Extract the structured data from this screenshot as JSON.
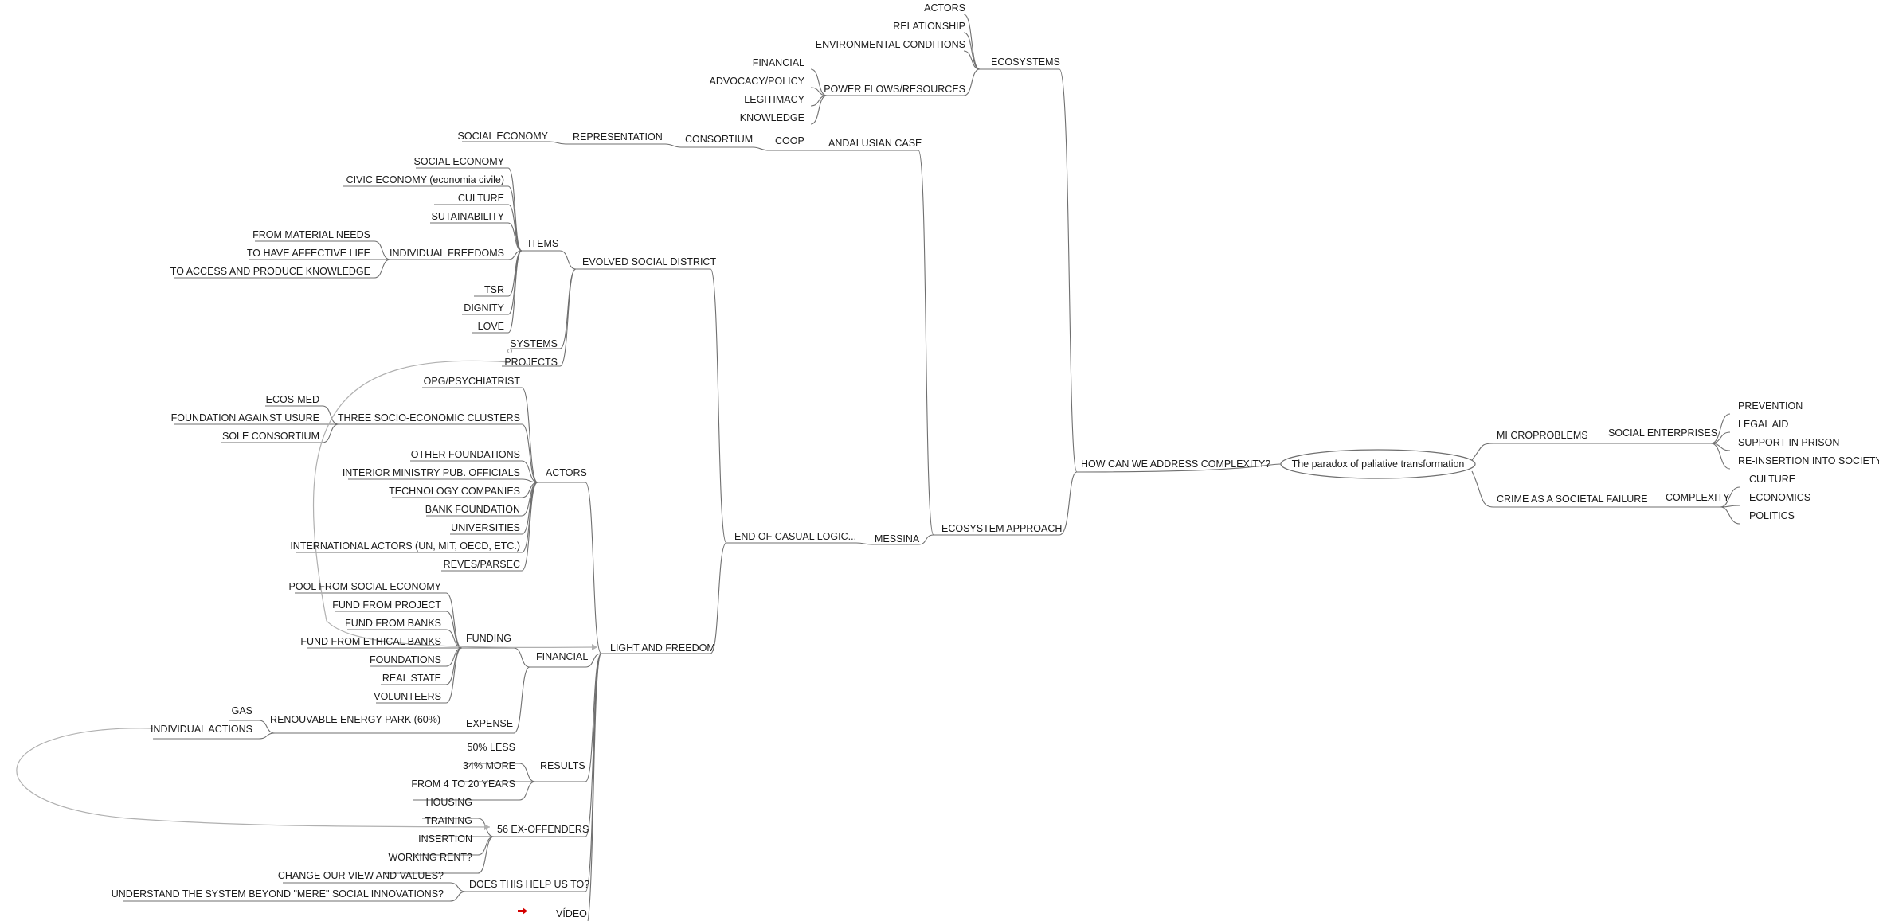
{
  "center": "The paradox of paliative transformation",
  "topics": {
    "how": "HOW CAN WE ADDRESS COMPLEXITY?",
    "micro": "MI CROPROBLEMS",
    "crime": "CRIME AS A SOCIETAL FAILURE"
  },
  "right_branch": {
    "social_enterprises": "SOCIAL ENTERPRISES",
    "prevention": "PREVENTION",
    "legal_aid": "LEGAL AID",
    "support_in_prison": "SUPPORT IN PRISON",
    "reinsertion": "RE-INSERTION INTO SOCIETY",
    "complexity": "COMPLEXITY",
    "culture": "CULTURE",
    "economics": "ECONOMICS",
    "politics": "POLITICS"
  },
  "ecosystems": {
    "title": "ECOSYSTEMS",
    "actors": "ACTORS",
    "relationship": "RELATIONSHIP",
    "environmental": "ENVIRONMENTAL CONDITIONS",
    "power_flows": "POWER FLOWS/RESOURCES",
    "financial": "FINANCIAL",
    "advocacy": "ADVOCACY/POLICY",
    "legitimacy": "LEGITIMACY",
    "knowledge": "KNOWLEDGE"
  },
  "ecosystem_approach": {
    "title": "ECOSYSTEM APPROACH",
    "andalusian": "ANDALUSIAN CASE",
    "coop": "COOP",
    "consortium": "CONSORTIUM",
    "representation": "REPRESENTATION",
    "social_economy_rep": "SOCIAL ECONOMY",
    "messina": "MESSINA",
    "end_casual": "END OF CASUAL LOGIC..."
  },
  "evolved": {
    "title": "EVOLVED SOCIAL DISTRICT",
    "items": "ITEMS",
    "systems": "SYSTEMS",
    "projects": "PROJECTS",
    "social_economy": "SOCIAL ECONOMY",
    "civic_economy": "CIVIC ECONOMY (economia civile)",
    "culture": "CULTURE",
    "sutainability": "SUTAINABILITY",
    "individual_freedoms": "INDIVIDUAL FREEDOMS",
    "from_material": "FROM MATERIAL NEEDS",
    "affective": "TO HAVE AFFECTIVE LIFE",
    "access_knowledge": "TO ACCESS AND PRODUCE KNOWLEDGE",
    "tsr": "TSR",
    "dignity": "DIGNITY",
    "love": "LOVE"
  },
  "light": {
    "title": "LIGHT AND FREEDOM",
    "actors": "ACTORS",
    "opg": "OPG/PSYCHIATRIST",
    "clusters": "THREE SOCIO-ECONOMIC CLUSTERS",
    "ecos_med": "ECOS-MED",
    "foundation_usure": "FOUNDATION AGAINST USURE",
    "sole": "SOLE CONSORTIUM",
    "other_foundations": "OTHER FOUNDATIONS",
    "interior": "INTERIOR MINISTRY PUB. OFFICIALS",
    "technology": "TECHNOLOGY COMPANIES",
    "bank_foundation": "BANK FOUNDATION",
    "universities": "UNIVERSITIES",
    "international": "INTERNATIONAL ACTORS (UN, MIT, OECD, ETC.)",
    "reves": "REVES/PARSEC",
    "financial": "FINANCIAL",
    "funding": "FUNDING",
    "pool": "POOL FROM SOCIAL ECONOMY",
    "fund_project": "FUND FROM PROJECT",
    "fund_banks": "FUND FROM BANKS",
    "fund_ethical": "FUND FROM ETHICAL BANKS",
    "foundations": "FOUNDATIONS",
    "real_state": "REAL STATE",
    "volunteers": "VOLUNTEERS",
    "expense": "EXPENSE",
    "renouvable": "RENOUVABLE ENERGY PARK (60%)",
    "gas": "GAS",
    "individual_actions": "INDIVIDUAL ACTIONS",
    "results": "RESULTS",
    "less": "50% LESS",
    "more": "34% MORE",
    "years": "FROM 4 TO 20 YEARS",
    "ex_offenders": "56 EX-OFFENDERS",
    "housing": "HOUSING",
    "training": "TRAINING",
    "insertion": "INSERTION",
    "working_rent": "WORKING RENT?",
    "help": "DOES THIS HELP US TO?",
    "change_view": "CHANGE OUR VIEW AND VALUES?",
    "understand": "UNDERSTAND THE SYSTEM BEYOND \"MERE\" SOCIAL INNOVATIONS?",
    "video": "VÍDEO"
  }
}
